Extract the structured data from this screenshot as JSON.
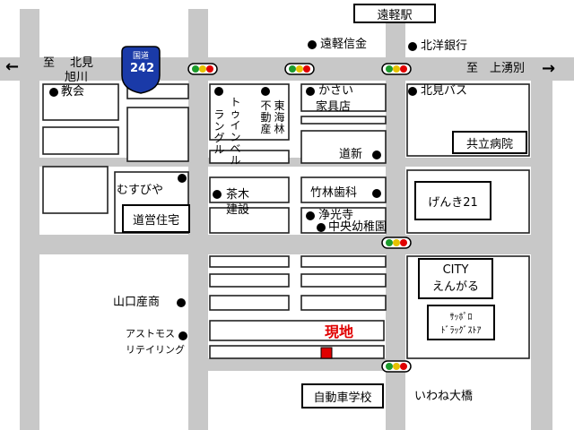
{
  "map": {
    "station": "遠軽駅",
    "route_shield": {
      "top_text": "国道",
      "number": "242",
      "color": "#1a3aa8"
    },
    "direction_left": {
      "prefix": "至",
      "line1": "北見",
      "line2": "旭川",
      "arrow": "←"
    },
    "direction_right": {
      "prefix": "至",
      "text": "上湧別",
      "arrow": "→"
    },
    "landmarks": {
      "engaru_shinkin": "遠軽信金",
      "hokuyo_bank": "北洋銀行",
      "church": "教会",
      "kasai": "かさい",
      "kasai_2": "家具店",
      "kitami_bus": "北見バス",
      "twin_bell": "トゥインベル",
      "twin_bell_2": "ラングル",
      "fudosan": "不動産",
      "fudosan_2": "東海林",
      "doshin": "道新",
      "kyoritsu_hospital": "共立病院",
      "musubiya": "むすびや",
      "dogakuen": "道営住宅",
      "chaki": "茶木",
      "chaki_2": "建設",
      "takebayashi": "竹林歯科",
      "genki21": "げんき21",
      "jokoji": "浄光寺",
      "chuo_kindergarten": "中央幼稚園",
      "city_line1": "CITY",
      "city_line2": "えんがる",
      "yamaguchi": "山口産商",
      "astmos_1": "アストモス",
      "astmos_2": "リテイリング",
      "sapporo_drug_1": "ｻｯﾎﾟﾛ",
      "sapporo_drug_2": "ﾄﾞﾗｯｸﾞｽﾄｱ",
      "current_site": "現地",
      "driving_school": "自動車学校",
      "iwane_bridge": "いわね大橋"
    },
    "colors": {
      "road": "#c8c8c8",
      "site_marker": "#e00000"
    }
  }
}
